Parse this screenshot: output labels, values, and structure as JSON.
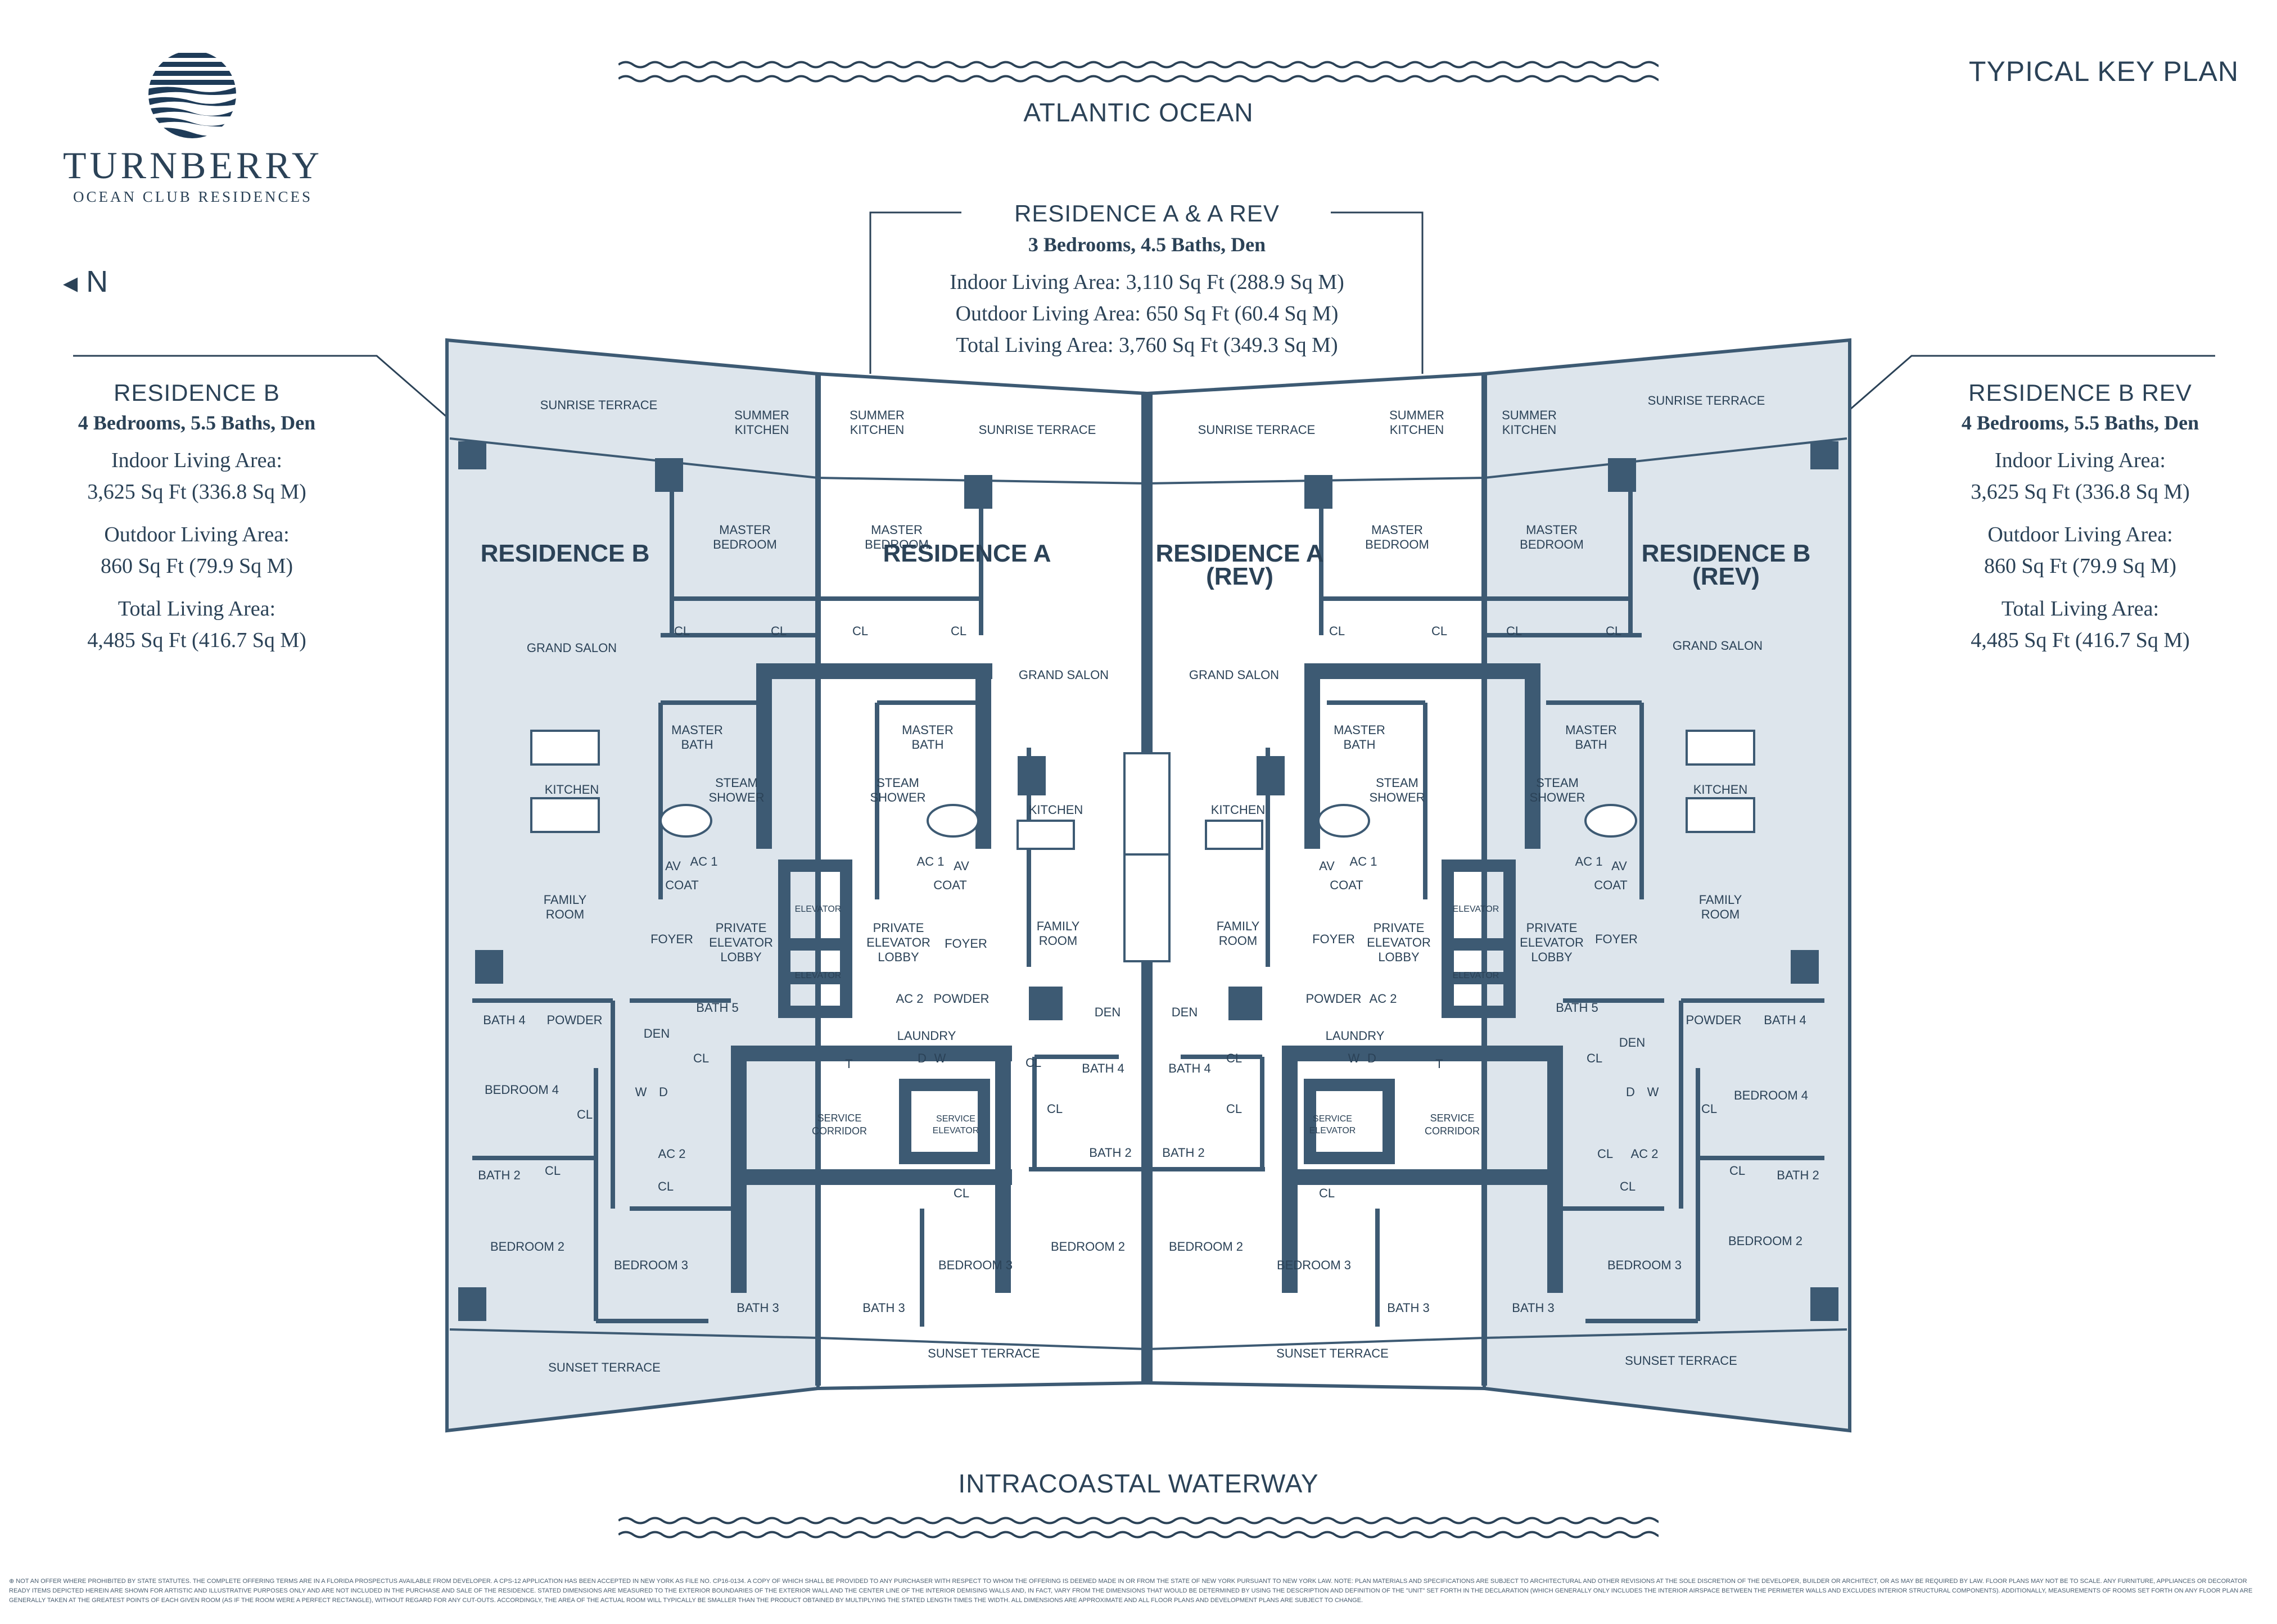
{
  "brand": {
    "name": "TURNBERRY",
    "subtitle": "OCEAN CLUB RESIDENCES"
  },
  "header": {
    "key_plan": "TYPICAL KEY PLAN",
    "ocean": "ATLANTIC OCEAN",
    "north": "N"
  },
  "footer": {
    "waterway": "INTRACOASTAL WATERWAY",
    "disclaimer": "⊕ NOT AN OFFER WHERE PROHIBITED BY STATE STATUTES. THE COMPLETE OFFERING TERMS ARE IN A FLORIDA PROSPECTUS AVAILABLE FROM DEVELOPER. A CPS-12 APPLICATION HAS BEEN ACCEPTED IN NEW YORK AS FILE NO. CP16-0134. A COPY OF WHICH SHALL BE PROVIDED TO ANY PURCHASER WITH RESPECT TO WHOM THE OFFERING IS DEEMED MADE IN OR FROM THE STATE OF NEW YORK PURSUANT TO NEW YORK LAW. NOTE: PLAN MATERIALS AND SPECIFICATIONS ARE SUBJECT TO ARCHITECTURAL AND OTHER REVISIONS AT THE SOLE DISCRETION OF THE DEVELOPER, BUILDER OR ARCHITECT, OR AS MAY BE REQUIRED BY LAW. FLOOR PLANS MAY NOT BE TO SCALE. ANY FURNITURE, APPLIANCES OR DECORATOR READY ITEMS DEPICTED HEREIN ARE SHOWN FOR ARTISTIC AND ILLUSTRATIVE PURPOSES ONLY AND ARE NOT INCLUDED IN THE PURCHASE AND SALE OF THE RESIDENCE. STATED DIMENSIONS ARE MEASURED TO THE EXTERIOR BOUNDARIES OF THE EXTERIOR WALL AND THE CENTER LINE OF THE INTERIOR DEMISING WALLS AND, IN FACT, VARY FROM THE DIMENSIONS THAT WOULD BE DETERMINED BY USING THE DESCRIPTION AND DEFINITION OF THE \"UNIT\" SET FORTH IN THE DECLARATION (WHICH GENERALLY ONLY INCLUDES THE INTERIOR AIRSPACE BETWEEN THE PERIMETER WALLS AND EXCLUDES INTERIOR STRUCTURAL COMPONENTS). ADDITIONALLY, MEASUREMENTS OF ROOMS SET FORTH ON ANY FLOOR PLAN ARE GENERALLY TAKEN AT THE GREATEST POINTS OF EACH GIVEN ROOM (AS IF THE ROOM WERE A PERFECT RECTANGLE), WITHOUT REGARD FOR ANY CUT-OUTS. ACCORDINGLY, THE AREA OF THE ACTUAL ROOM WILL TYPICALLY BE SMALLER THAN THE PRODUCT OBTAINED BY MULTIPLYING THE STATED LENGTH TIMES THE WIDTH. ALL DIMENSIONS ARE APPROXIMATE AND ALL FLOOR PLANS AND DEVELOPMENT PLANS ARE SUBJECT TO CHANGE."
  },
  "residences": {
    "a": {
      "title": "RESIDENCE A & A REV",
      "subtitle": "3 Bedrooms, 4.5 Baths, Den",
      "indoor": "Indoor Living Area: 3,110 Sq Ft (288.9 Sq M)",
      "outdoor": "Outdoor Living Area: 650 Sq Ft (60.4 Sq M)",
      "total": "Total Living Area: 3,760 Sq Ft (349.3 Sq M)"
    },
    "b": {
      "title": "RESIDENCE B",
      "subtitle": "4 Bedrooms, 5.5 Baths, Den",
      "indoor_label": "Indoor Living Area:",
      "indoor_value": "3,625 Sq Ft (336.8 Sq M)",
      "outdoor_label": "Outdoor Living Area:",
      "outdoor_value": "860 Sq Ft (79.9 Sq M)",
      "total_label": "Total Living Area:",
      "total_value": "4,485 Sq Ft (416.7 Sq M)"
    },
    "b_rev": {
      "title": "RESIDENCE B REV",
      "subtitle": "4 Bedrooms, 5.5 Baths, Den",
      "indoor_label": "Indoor Living Area:",
      "indoor_value": "3,625 Sq Ft (336.8 Sq M)",
      "outdoor_label": "Outdoor Living Area:",
      "outdoor_value": "860 Sq Ft (79.9 Sq M)",
      "total_label": "Total Living Area:",
      "total_value": "4,485 Sq Ft (416.7 Sq M)"
    }
  },
  "plan": {
    "unit_labels": {
      "b": "RESIDENCE B",
      "a": "RESIDENCE A",
      "a_rev_1": "RESIDENCE A",
      "a_rev_2": "(REV)",
      "b_rev_1": "RESIDENCE B",
      "b_rev_2": "(REV)"
    },
    "rooms": {
      "sunrise_terrace": "SUNRISE TERRACE",
      "sunset_terrace": "SUNSET TERRACE",
      "summer": "SUMMER",
      "kitchen": "KITCHEN",
      "master": "MASTER",
      "bedroom": "BEDROOM",
      "bath": "BATH",
      "cl": "CL",
      "grand_salon": "GRAND SALON",
      "family": "FAMILY",
      "room": "ROOM",
      "steam": "STEAM",
      "shower": "SHOWER",
      "foyer": "FOYER",
      "private": "PRIVATE",
      "elevator": "ELEVATOR",
      "lobby": "LOBBY",
      "coat": "COAT",
      "ac1": "AC 1",
      "ac2": "AC 2",
      "av": "AV",
      "den": "DEN",
      "powder": "POWDER",
      "laundry": "LAUNDRY",
      "service": "SERVICE",
      "corridor": "CORRIDOR",
      "bath5": "BATH 5",
      "bath4": "BATH 4",
      "bath3": "BATH 3",
      "bath2": "BATH 2",
      "bedroom2": "BEDROOM 2",
      "bedroom3": "BEDROOM 3",
      "bedroom4": "BEDROOM 4",
      "w": "W",
      "d": "D",
      "t": "T"
    }
  },
  "colors": {
    "ink": "#2b4257",
    "wall": "#3d5a73",
    "terrace_fill": "#dde5ec"
  }
}
